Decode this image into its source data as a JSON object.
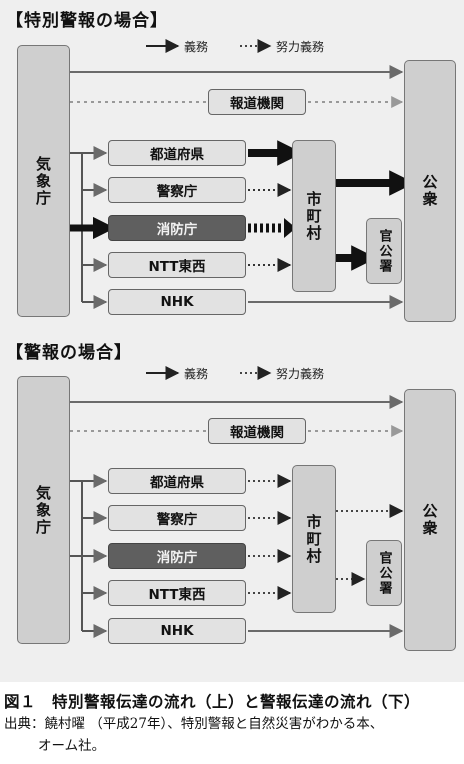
{
  "top": {
    "title": "【特別警報の場合】",
    "legend": {
      "duty": "義務",
      "effort": "努力義務"
    },
    "jma": "気象庁",
    "public": "公衆",
    "media": "報道機関",
    "prefecture": "都道府県",
    "police": "警察庁",
    "fire": "消防庁",
    "ntt": "NTT東西",
    "nhk": "NHK",
    "municipality": "市町村",
    "government_offices": "官公署"
  },
  "bottom": {
    "title": "【警報の場合】",
    "legend": {
      "duty": "義務",
      "effort": "努力義務"
    },
    "jma": "気象庁",
    "public": "公衆",
    "media": "報道機関",
    "prefecture": "都道府県",
    "police": "警察庁",
    "fire": "消防庁",
    "ntt": "NTT東西",
    "nhk": "NHK",
    "municipality": "市町村",
    "government_offices": "官公署"
  },
  "caption": "図１　特別警報伝達の流れ（上）と警報伝達の流れ（下）",
  "source_line1": "出典：饒村曜 （平成27年）、特別警報と自然災害がわかる本、",
  "source_line2": "オーム社。"
}
